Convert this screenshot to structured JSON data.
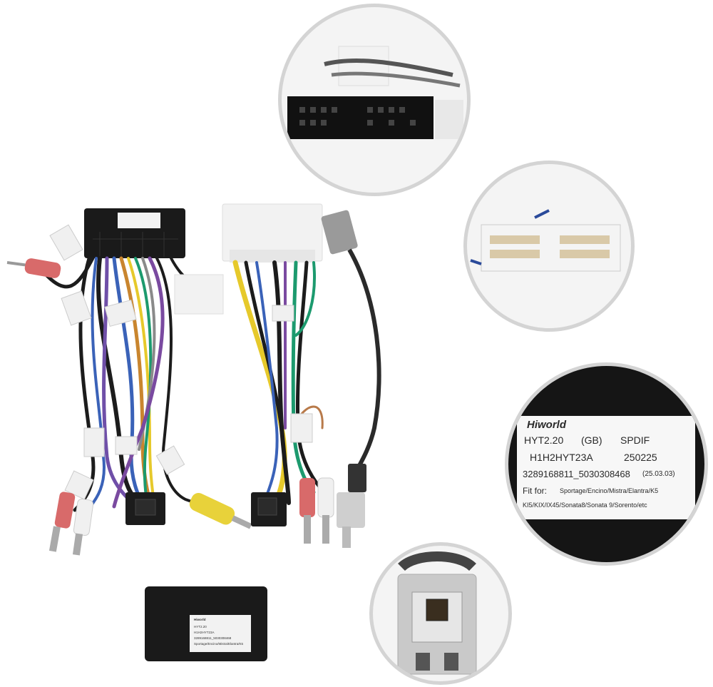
{
  "product_photo": {
    "module_label": {
      "brand": "Hiworld",
      "line1": "HYT2.20",
      "line1b": "(GB)",
      "line1c": "SPDIF",
      "line2": "H1H2HYT23A",
      "line2b": "250225",
      "line3": "3289168811_5030308468",
      "line3b": "(25.03.03)",
      "line4": "Fit for:",
      "line4b": "Sportage/Encino/Mistra/Elantra/K5",
      "line5": "KI5/KIX/IX45/Sonata8/Sonata 9/Sorento/etc"
    },
    "colors": {
      "cable_black": "#1c1c1c",
      "rca_red": "#d86a6a",
      "rca_yellow": "#e8d23a",
      "connector_white": "#efefef",
      "circle_border": "#d4d4d4"
    }
  }
}
